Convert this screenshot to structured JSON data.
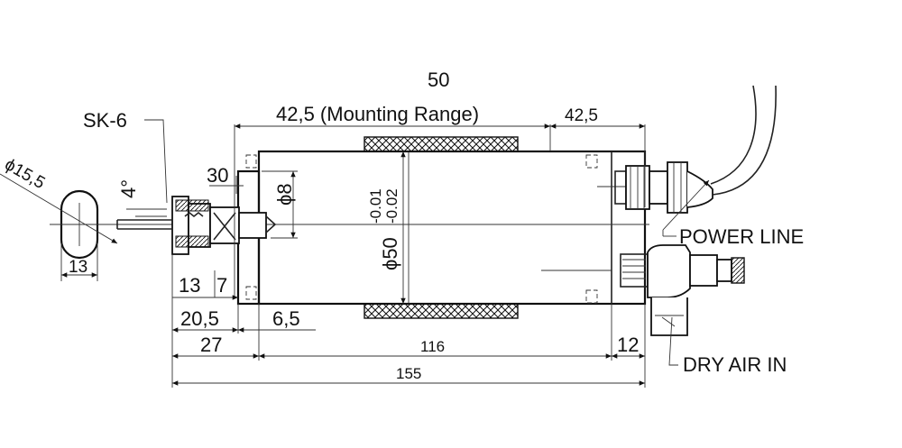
{
  "dims": {
    "overall_top": "50",
    "mounting_range": "42,5 (Mounting Range)",
    "right_top": "42,5",
    "d30": "30",
    "phi8": "ϕ8",
    "angle": "4°",
    "phi15": "ϕ15,5",
    "w13_left": "13",
    "d13": "13",
    "d7": "7",
    "d20": "20,5",
    "d6": "6,5",
    "d27": "27",
    "d116": "116",
    "d12": "12",
    "d155": "155",
    "phi50": "ϕ50",
    "tol_upper": "-0.01",
    "tol_lower": "-0.02"
  },
  "labels": {
    "sk6": "SK-6",
    "power_line": "POWER LINE",
    "dry_air_in": "DRY AIR IN"
  }
}
